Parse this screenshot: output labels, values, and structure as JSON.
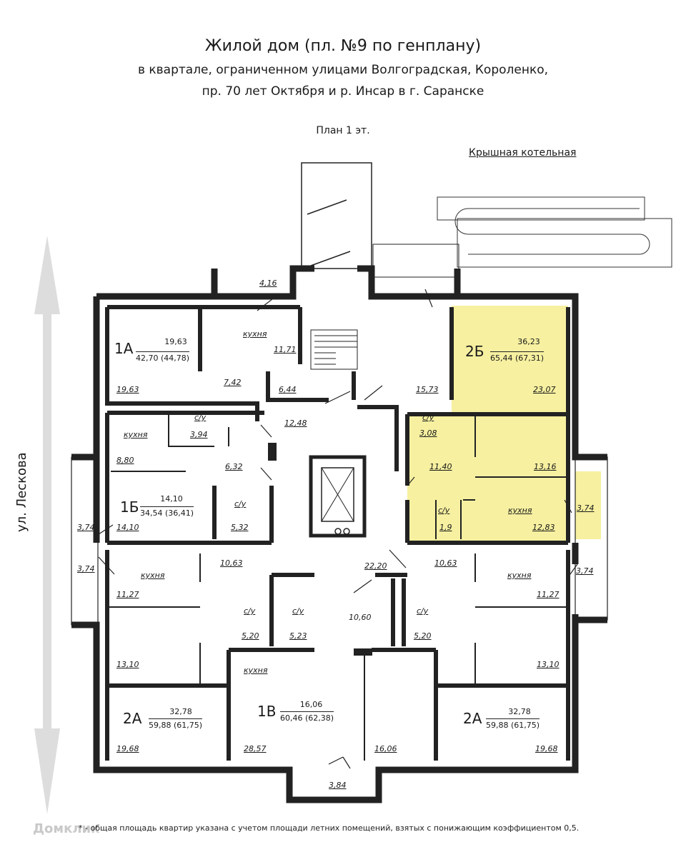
{
  "header": {
    "title": "Жилой дом (пл. №9 по генплану)",
    "subtitle_1": "в квартале, ограниченном улицами Волгоградская, Короленко,",
    "subtitle_2": "пр. 70 лет Октября и р. Инсар в г. Саранске",
    "plan_label": "План 1 эт.",
    "boiler_label": "Крышная котельная"
  },
  "street": "ул. Лескова",
  "footnote": "* - общая площадь квартир указана с учетом площади летних помещений, взятых с понижающим коэффициентом 0,5.",
  "watermark": "Домклик",
  "colors": {
    "highlight": "#f6f0a0",
    "wall": "#222222",
    "arrow": "#dddddd"
  },
  "apartments": [
    {
      "name": "1А",
      "living": "19,63",
      "total": "42,70 (44,78)"
    },
    {
      "name": "2Б",
      "living": "36,23",
      "total": "65,44 (67,31)"
    },
    {
      "name": "1Б",
      "living": "14,10",
      "total": "34,54 (36,41)"
    },
    {
      "name": "2А",
      "living": "32,78",
      "total": "59,88 (61,75)"
    },
    {
      "name": "1В",
      "living": "16,06",
      "total": "60,46 (62,38)"
    },
    {
      "name": "2А",
      "living": "32,78",
      "total": "59,88 (61,75)"
    }
  ],
  "rooms": {
    "kitchen": "кухня",
    "bath": "с/у",
    "a1a_kitchen_area": "11,71",
    "a1a_room": "19,63",
    "a1a_hall": "7,42",
    "a1a_balcony": "4,16",
    "corr_644": "6,44",
    "corr_1573": "15,73",
    "corr_1248": "12,48",
    "b2_room": "23,07",
    "b2_bath1": "3,08",
    "b2_hall": "11,40",
    "b2_room2": "13,16",
    "b2_bath2": "1,9",
    "b2_kitchen_area": "12,83",
    "b2_balcony": "3,74",
    "b1_bath1": "3,94",
    "b1_kitchen_area": "8,80",
    "b1_hall": "6,32",
    "b1_bath2": "5,32",
    "b1_room": "14,10",
    "b1_balcony": "3,74",
    "corr_2220": "22,20",
    "a2l_balcony": "3,74",
    "a2l_kitchen_area": "11,27",
    "a2l_hall": "10,63",
    "a2l_room1": "13,10",
    "a2l_room2": "19,68",
    "a2l_bath": "5,20",
    "v1_bath": "5,23",
    "v1_hall": "10,60",
    "v1_room1": "28,57",
    "v1_room2": "16,06",
    "v1_balcony": "3,84",
    "a2r_hall": "10,63",
    "a2r_kitchen_area": "11,27",
    "a2r_balcony": "3,74",
    "a2r_room1": "13,10",
    "a2r_room2": "19,68",
    "a2r_bath": "5,20"
  }
}
